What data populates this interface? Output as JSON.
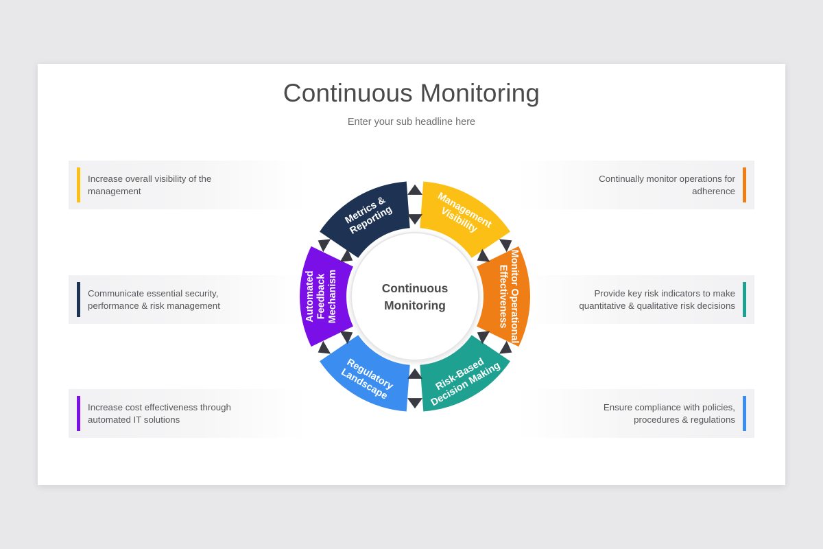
{
  "header": {
    "title": "Continuous Monitoring",
    "subtitle": "Enter your sub headline here"
  },
  "hub": {
    "line1": "Continuous",
    "line2": "Monitoring"
  },
  "colors": {
    "yellow": "#FBBF15",
    "orange": "#F07E17",
    "teal": "#1FA192",
    "blue": "#3B8EF0",
    "purple": "#7B0FE8",
    "navy": "#1E3354",
    "arrow": "#3A3A42",
    "text_dark": "#4a4a4a",
    "text_body": "#56565a"
  },
  "segments": [
    {
      "id": "management-visibility",
      "color": "#FBBF15",
      "lines": [
        "Management",
        "Visibility"
      ]
    },
    {
      "id": "monitor-operational-effectiveness",
      "color": "#F07E17",
      "lines": [
        "Monitor Operational",
        "Effectiveness"
      ]
    },
    {
      "id": "risk-based-decision-making",
      "color": "#1FA192",
      "lines": [
        "Risk-Based",
        "Decision Making"
      ]
    },
    {
      "id": "regulatory-landscape",
      "color": "#3B8EF0",
      "lines": [
        "Regulatory",
        "Landscape"
      ]
    },
    {
      "id": "automated-feedback-mechanism",
      "color": "#7B0FE8",
      "lines": [
        "Automated",
        "Feedback",
        "Mechanism"
      ]
    },
    {
      "id": "metrics-reporting",
      "color": "#1E3354",
      "lines": [
        "Metrics &",
        "Reporting"
      ]
    }
  ],
  "captions": {
    "left": [
      {
        "id": "caption-management-visibility",
        "accent": "#FBBF15",
        "lines": [
          "Increase overall visibility of the",
          "management"
        ]
      },
      {
        "id": "caption-metrics-reporting",
        "accent": "#1E3354",
        "lines": [
          "Communicate essential security,",
          "performance & risk management"
        ]
      },
      {
        "id": "caption-automated-feedback-mechanism",
        "accent": "#7B0FE8",
        "lines": [
          "Increase cost effectiveness through",
          "automated IT solutions"
        ]
      }
    ],
    "right": [
      {
        "id": "caption-monitor-operational-effectiveness",
        "accent": "#F07E17",
        "lines": [
          "Continually monitor operations for",
          "adherence"
        ]
      },
      {
        "id": "caption-risk-based-decision-making",
        "accent": "#1FA192",
        "lines": [
          "Provide key risk indicators to make",
          "quantitative & qualitative risk decisions"
        ]
      },
      {
        "id": "caption-regulatory-landscape",
        "accent": "#3B8EF0",
        "lines": [
          "Ensure compliance with policies,",
          "procedures & regulations"
        ]
      }
    ]
  }
}
